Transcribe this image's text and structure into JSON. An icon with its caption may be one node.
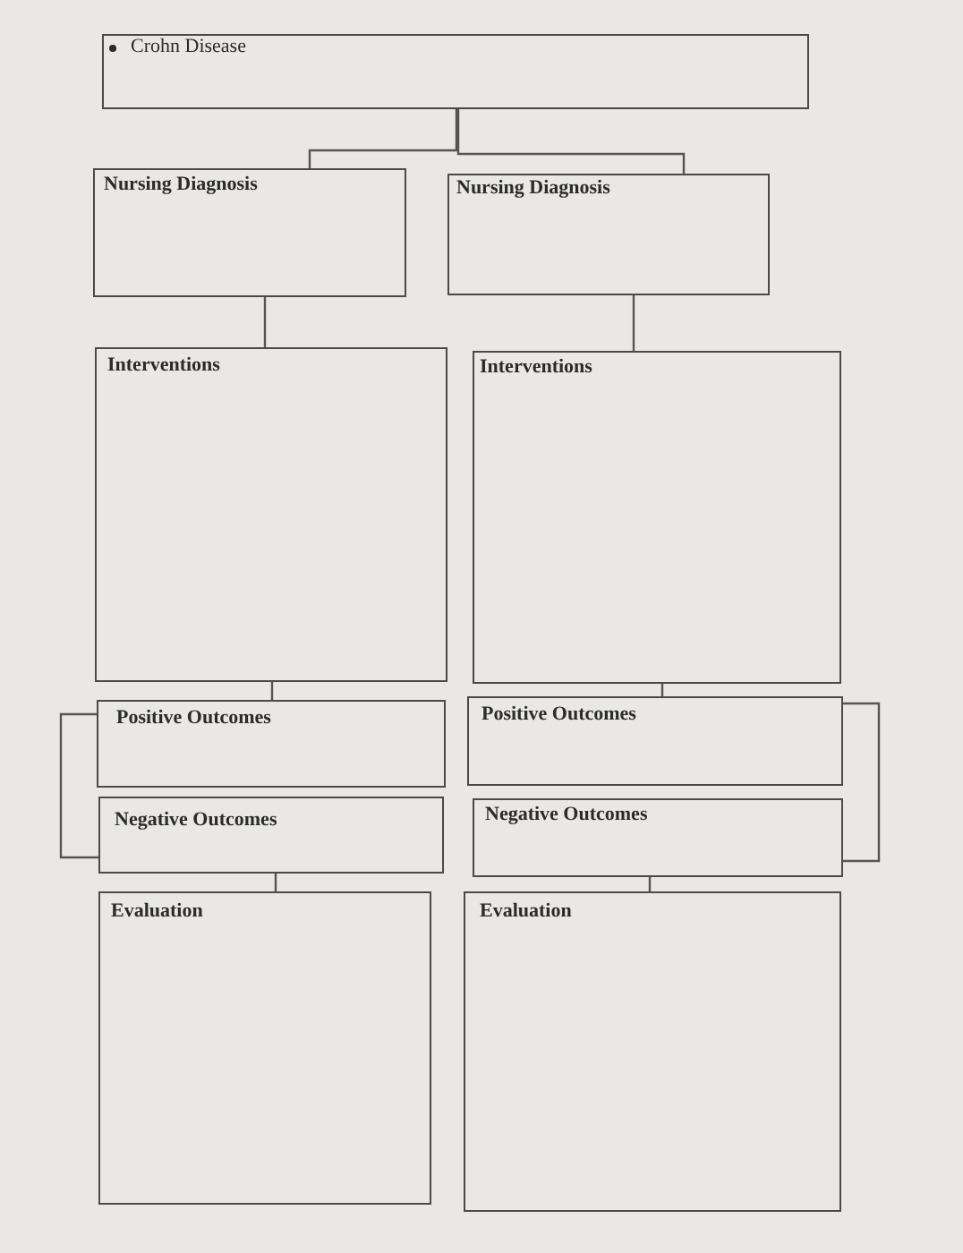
{
  "diagram": {
    "nodes": [
      {
        "text": [
          "Crohn Disease"
        ]
      },
      {
        "text": [
          "Nursing Diagnosis"
        ]
      },
      {
        "text": [
          "Nursing Diagnosis"
        ]
      },
      {
        "text": [
          "Interventions"
        ]
      },
      {
        "text": [
          "Interventions"
        ]
      },
      {
        "text": [
          "Positive Outcomes"
        ]
      },
      {
        "text": [
          "Positive Outcomes"
        ]
      },
      {
        "text": [
          "Negative Outcomes"
        ]
      },
      {
        "text": [
          "Negative Outcomes"
        ]
      },
      {
        "text": [
          "Evaluation"
        ]
      },
      {
        "text": [
          "Evaluation"
        ]
      }
    ],
    "edges": [
      {
        "from": 0,
        "to": 1,
        "arrow": "none"
      },
      {
        "from": 0,
        "to": 2,
        "arrow": "none"
      },
      {
        "from": 1,
        "to": 3,
        "arrow": "none"
      },
      {
        "from": 2,
        "to": 4,
        "arrow": "none"
      },
      {
        "from": 3,
        "to": 5,
        "arrow": "none"
      },
      {
        "from": 4,
        "to": 6,
        "arrow": "none"
      },
      {
        "from": 7,
        "to": 9,
        "arrow": "none"
      },
      {
        "from": 8,
        "to": 10,
        "arrow": "none"
      },
      {
        "from": 5,
        "to": 7,
        "arrow": "none"
      },
      {
        "from": 6,
        "to": 8,
        "arrow": "none"
      }
    ]
  }
}
